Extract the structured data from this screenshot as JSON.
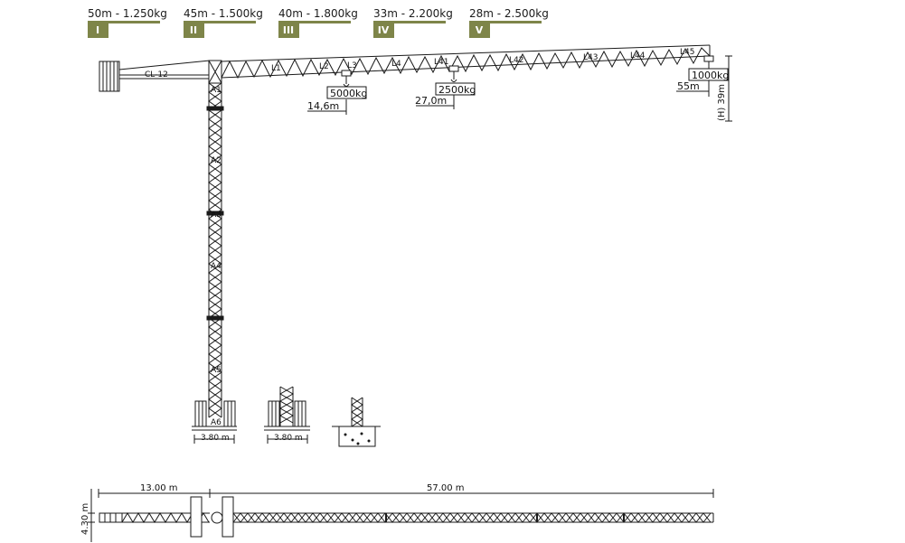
{
  "configs": [
    {
      "title": "50m - 1.250kg",
      "roman": "I"
    },
    {
      "title": "45m - 1.500kg",
      "roman": "II"
    },
    {
      "title": "40m - 1.800kg",
      "roman": "III"
    },
    {
      "title": "33m - 2.200kg",
      "roman": "IV"
    },
    {
      "title": "28m - 2.500kg",
      "roman": "V"
    }
  ],
  "colors": {
    "olive": "#7e8549",
    "line": "#1a1a1a",
    "label_blue": "#4a6fb0"
  },
  "elevation": {
    "loads": [
      {
        "load": "5000kg",
        "radius": "14,6m"
      },
      {
        "load": "2500kg",
        "radius": "27,0m"
      },
      {
        "load": "1000kg",
        "radius": "55m"
      }
    ],
    "height_label": "(H) 39m",
    "base_widths": [
      "3.80 m",
      "3.80 m"
    ],
    "jib_section_labels": [
      "L1",
      "L2",
      "L3",
      "L4",
      "L41",
      "L42",
      "L43",
      "L44",
      "L45"
    ],
    "counter_jib_label": "CL-12",
    "mast_labels": [
      "A1",
      "A2",
      "A3",
      "A4",
      "A5",
      "A6"
    ]
  },
  "plan": {
    "counter_jib_length": "13.00 m",
    "jib_length": "57.00 m",
    "width": "4.30 m"
  }
}
